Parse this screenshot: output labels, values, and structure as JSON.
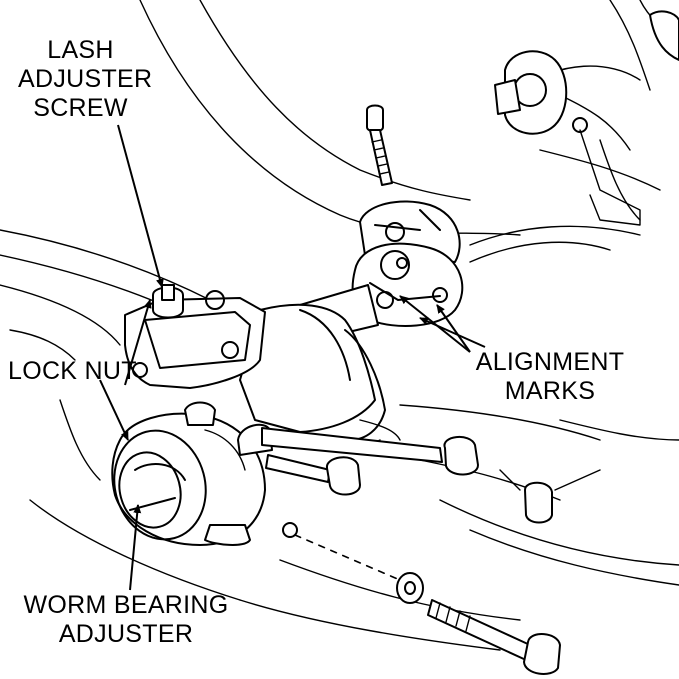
{
  "labels": {
    "lash_adjuster_screw": [
      "LASH",
      "ADJUSTER",
      "SCREW"
    ],
    "lock_nut": "LOCK NUT",
    "alignment_marks": [
      "ALIGNMENT",
      "MARKS"
    ],
    "worm_bearing_adjuster": [
      "WORM BEARING",
      "ADJUSTER"
    ]
  },
  "colors": {
    "line": "#000000",
    "background": "#ffffff"
  }
}
